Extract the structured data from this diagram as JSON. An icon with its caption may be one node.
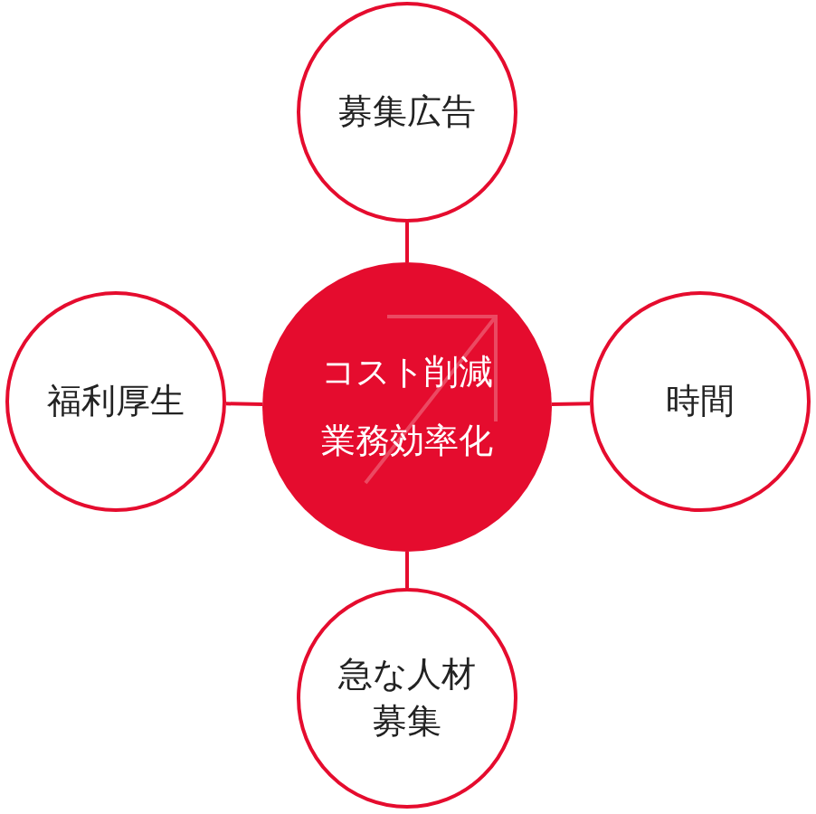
{
  "diagram": {
    "nodes": [
      {
        "text": [
          "募集広告"
        ]
      },
      {
        "text": [
          "福利厚生"
        ]
      },
      {
        "text": [
          "コスト削減",
          "業務効率化"
        ]
      },
      {
        "text": [
          "時間"
        ]
      },
      {
        "text": [
          "急な人材募集"
        ]
      }
    ],
    "edges": [
      {
        "from": 2,
        "to": 0,
        "arrow": "none"
      },
      {
        "from": 2,
        "to": 1,
        "arrow": "none"
      },
      {
        "from": 2,
        "to": 3,
        "arrow": "none"
      },
      {
        "from": 2,
        "to": 4,
        "arrow": "none"
      }
    ]
  }
}
